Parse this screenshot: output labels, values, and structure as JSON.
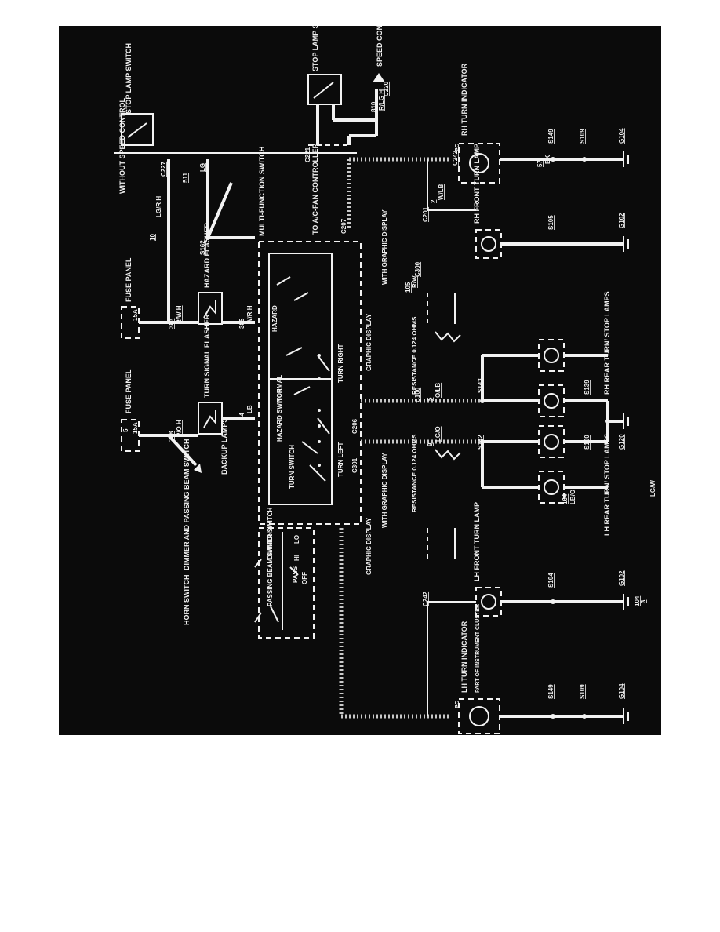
{
  "diagram": {
    "colors": {
      "background": "#0b0b0b",
      "line": "#f2f2f2",
      "page": "#ffffff"
    },
    "components": {
      "stop_lamp_switch_left": "STOP LAMP SWITCH",
      "stop_lamp_switch_right": "STOP LAMP SWITCH",
      "speed_control": "SPEED CONTROL",
      "without_speed_control": "WITHOUT SPEED CONTROL",
      "fuse_panel_1": "FUSE PANEL",
      "fuse_panel_2": "FUSE PANEL",
      "hazard_flasher": "HAZARD FLASHER",
      "turn_signal_flasher": "TURN SIGNAL FLASHER",
      "multi_function_switch": "MULTI-FUNCTION SWITCH",
      "to_ac_fan": "TO A/C-FAN CONTROLLER",
      "rh_turn_indicator": "RH TURN INDICATOR",
      "rh_front_turn_lamp": "RH FRONT TURN LAMP",
      "lh_front_turn_lamp": "LH FRONT TURN LAMP",
      "lh_turn_indicator": "LH TURN INDICATOR",
      "part_of_cluster": "PART OF INSTRUMENT CLUSTER",
      "backup_lamps": "BACKUP LAMPS",
      "horn_switch": "HORN SWITCH",
      "dimmer_switch": "DIMMER AND PASSING BEAM SWITCH",
      "rh_rear": "RH REAR TURN/ STOP LAMPS",
      "lh_rear": "LH REAR TURN/ STOP LAMPS",
      "hazard_switch": "HAZARD SWITCH",
      "turn_switch": "TURN SWITCH",
      "hazard": "HAZARD",
      "normal": "NORMAL",
      "turn_right": "TURN RIGHT",
      "turn_left": "TURN LEFT",
      "passing_beam_switch": "PASSING BEAM SWITCH",
      "dimmer_sw_label": "DIMMER SWITCH",
      "with_graphic_display": "WITH GRAPHIC DISPLAY",
      "graphic_display": "GRAPHIC DISPLAY",
      "resistance": "RESISTANCE 0.124 OHMS",
      "pass": "PASS",
      "off": "OFF",
      "hi": "HI",
      "lo": "LO",
      "fuse_5": "5",
      "fuse_15a": "15A",
      "pc": "PC"
    },
    "connectors": [
      "C227",
      "C221",
      "C220",
      "C242",
      "C201",
      "C207",
      "C206",
      "C301",
      "C300",
      "C100",
      "C242"
    ],
    "splices": [
      "S162",
      "S149",
      "S109",
      "S105",
      "S143",
      "S142",
      "S100",
      "S139",
      "S104",
      "S109",
      "S149"
    ],
    "grounds": [
      "G104",
      "G102",
      "G120",
      "G102",
      "G104"
    ],
    "wires": [
      "10",
      "LG/R H",
      "511",
      "LG",
      "383",
      "R/W H",
      "385",
      "W/R H",
      "298",
      "P/O H",
      "44",
      "LB",
      "810",
      "R/LG H",
      "2",
      "W/LB",
      "57",
      "BK",
      "105",
      "R/W",
      "5",
      "O/LB",
      "9",
      "LG/O",
      "164",
      "LB/O",
      "104",
      "3",
      "LG/W"
    ]
  }
}
